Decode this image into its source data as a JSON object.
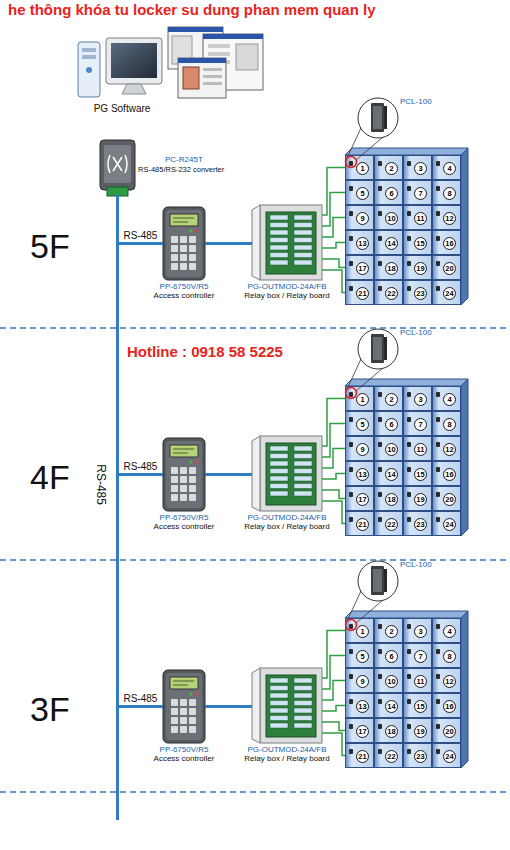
{
  "diagram": {
    "title": "he thông khóa tu locker su dung phan mem quan ly",
    "nodes": [
      {
        "text": [
          "PG Software"
        ]
      },
      {
        "text": [
          "PC-R245T",
          "RS-485/RS-232 converter"
        ]
      },
      {
        "text": [
          "PP-6750V/R5",
          "Access controller"
        ]
      },
      {
        "text": [
          "PG-OUTMOD-24A/FB",
          "Relay box / Relay board"
        ]
      },
      {
        "text": [
          "1"
        ]
      },
      {
        "text": [
          "2"
        ]
      },
      {
        "text": [
          "3"
        ]
      },
      {
        "text": [
          "4"
        ]
      },
      {
        "text": [
          "5"
        ]
      },
      {
        "text": [
          "6"
        ]
      },
      {
        "text": [
          "7"
        ]
      },
      {
        "text": [
          "8"
        ]
      },
      {
        "text": [
          "9"
        ]
      },
      {
        "text": [
          "10"
        ]
      },
      {
        "text": [
          "11"
        ]
      },
      {
        "text": [
          "12"
        ]
      },
      {
        "text": [
          "13"
        ]
      },
      {
        "text": [
          "14"
        ]
      },
      {
        "text": [
          "15"
        ]
      },
      {
        "text": [
          "16"
        ]
      },
      {
        "text": [
          "17"
        ]
      },
      {
        "text": [
          "18"
        ]
      },
      {
        "text": [
          "19"
        ]
      },
      {
        "text": [
          "20"
        ]
      },
      {
        "text": [
          "21"
        ]
      },
      {
        "text": [
          "22"
        ]
      },
      {
        "text": [
          "23"
        ]
      },
      {
        "text": [
          "24"
        ]
      },
      {
        "text": [
          "PP-6750V/R5",
          "Access controller"
        ]
      },
      {
        "text": [
          "PG-OUTMOD-24A/FB",
          "Relay box / Relay board"
        ]
      },
      {
        "text": [
          "1"
        ]
      },
      {
        "text": [
          "2"
        ]
      },
      {
        "text": [
          "3"
        ]
      },
      {
        "text": [
          "4"
        ]
      },
      {
        "text": [
          "5"
        ]
      },
      {
        "text": [
          "6"
        ]
      },
      {
        "text": [
          "7"
        ]
      },
      {
        "text": [
          "8"
        ]
      },
      {
        "text": [
          "9"
        ]
      },
      {
        "text": [
          "10"
        ]
      },
      {
        "text": [
          "11"
        ]
      },
      {
        "text": [
          "12"
        ]
      },
      {
        "text": [
          "13"
        ]
      },
      {
        "text": [
          "14"
        ]
      },
      {
        "text": [
          "15"
        ]
      },
      {
        "text": [
          "16"
        ]
      },
      {
        "text": [
          "17"
        ]
      },
      {
        "text": [
          "18"
        ]
      },
      {
        "text": [
          "19"
        ]
      },
      {
        "text": [
          "20"
        ]
      },
      {
        "text": [
          "21"
        ]
      },
      {
        "text": [
          "22"
        ]
      },
      {
        "text": [
          "23"
        ]
      },
      {
        "text": [
          "24"
        ]
      },
      {
        "text": [
          "PP-6750V/R5",
          "Access controller"
        ]
      },
      {
        "text": [
          "PG-OUTMOD-24A/FB",
          "Relay box / Relay board"
        ]
      },
      {
        "text": [
          "1"
        ]
      },
      {
        "text": [
          "2"
        ]
      },
      {
        "text": [
          "3"
        ]
      },
      {
        "text": [
          "4"
        ]
      },
      {
        "text": [
          "5"
        ]
      },
      {
        "text": [
          "6"
        ]
      },
      {
        "text": [
          "7"
        ]
      },
      {
        "text": [
          "8"
        ]
      },
      {
        "text": [
          "9"
        ]
      },
      {
        "text": [
          "10"
        ]
      },
      {
        "text": [
          "11"
        ]
      },
      {
        "text": [
          "12"
        ]
      },
      {
        "text": [
          "13"
        ]
      },
      {
        "text": [
          "14"
        ]
      },
      {
        "text": [
          "15"
        ]
      },
      {
        "text": [
          "16"
        ]
      },
      {
        "text": [
          "17"
        ]
      },
      {
        "text": [
          "18"
        ]
      },
      {
        "text": [
          "19"
        ]
      },
      {
        "text": [
          "20"
        ]
      },
      {
        "text": [
          "21"
        ]
      },
      {
        "text": [
          "22"
        ]
      },
      {
        "text": [
          "23"
        ]
      },
      {
        "text": [
          "24"
        ]
      }
    ],
    "edges": [
      {
        "from": 1,
        "to": 2,
        "label": "RS-485",
        "arrow": "none"
      },
      {
        "from": 2,
        "to": 3,
        "arrow": "none"
      },
      {
        "from": 3,
        "to": 4,
        "arrow": "none"
      },
      {
        "from": 3,
        "to": 8,
        "arrow": "none"
      },
      {
        "from": 3,
        "to": 12,
        "arrow": "none"
      },
      {
        "from": 3,
        "to": 16,
        "arrow": "none"
      },
      {
        "from": 3,
        "to": 20,
        "arrow": "none"
      },
      {
        "from": 3,
        "to": 24,
        "arrow": "none"
      },
      {
        "from": 1,
        "to": 28,
        "label": "RS-485",
        "arrow": "none"
      },
      {
        "from": 28,
        "to": 29,
        "arrow": "none"
      },
      {
        "from": 29,
        "to": 30,
        "arrow": "none"
      },
      {
        "from": 29,
        "to": 34,
        "arrow": "none"
      },
      {
        "from": 29,
        "to": 38,
        "arrow": "none"
      },
      {
        "from": 29,
        "to": 42,
        "arrow": "none"
      },
      {
        "from": 29,
        "to": 46,
        "arrow": "none"
      },
      {
        "from": 29,
        "to": 50,
        "arrow": "none"
      },
      {
        "from": 1,
        "to": 54,
        "label": "RS-485",
        "arrow": "none"
      },
      {
        "from": 54,
        "to": 55,
        "arrow": "none"
      },
      {
        "from": 55,
        "to": 56,
        "arrow": "none"
      },
      {
        "from": 55,
        "to": 60,
        "arrow": "none"
      },
      {
        "from": 55,
        "to": 64,
        "arrow": "none"
      },
      {
        "from": 55,
        "to": 68,
        "arrow": "none"
      },
      {
        "from": 55,
        "to": 72,
        "arrow": "none"
      },
      {
        "from": 55,
        "to": 76,
        "arrow": "none"
      }
    ],
    "labels": [
      "PCL-100",
      "5F",
      "Hotline : 0918 58 5225",
      "PCL-100",
      "4F",
      "RS-485",
      "PCL-100",
      "3F"
    ]
  }
}
